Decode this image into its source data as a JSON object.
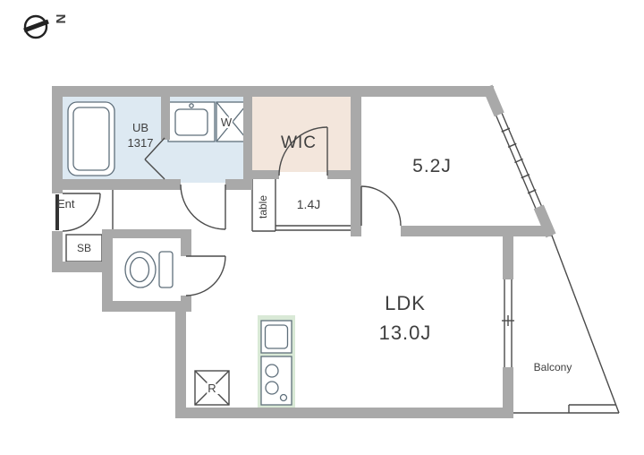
{
  "compass": {
    "label": "N"
  },
  "colors": {
    "wall": "#a9a9a9",
    "bath_fill": "#dde9f2",
    "wic_fill": "#f3e6dc",
    "kitchen_fill": "#d9e9d6"
  },
  "rooms": {
    "unit_bath": {
      "label": "UB",
      "size_label": "1317"
    },
    "washroom": {
      "washer_label": "W"
    },
    "wic": {
      "label": "WIC"
    },
    "bedroom": {
      "label": "5.2J"
    },
    "closet": {
      "label": "1.4J"
    },
    "table_counter": {
      "label": "table"
    },
    "entrance": {
      "label": "Ent",
      "shoe_box_label": "SB"
    },
    "ldk": {
      "label": "LDK",
      "size_label": "13.0J"
    },
    "kitchen": {
      "fridge_label": "R"
    },
    "balcony": {
      "label": "Balcony"
    }
  }
}
